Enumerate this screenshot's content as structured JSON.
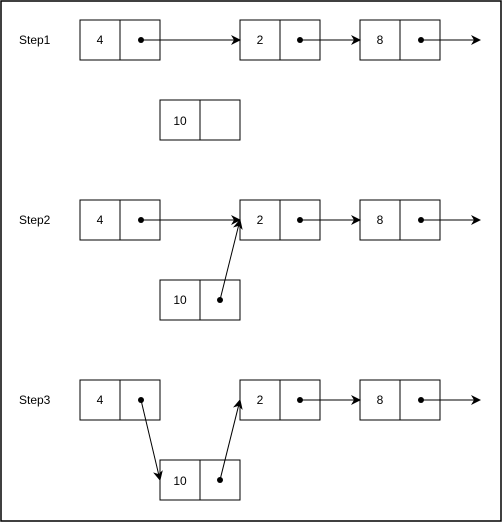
{
  "steps": [
    {
      "label": "Step1",
      "nodes": [
        {
          "value": "4",
          "pointer": true
        },
        {
          "value": "2",
          "pointer": true
        },
        {
          "value": "8",
          "pointer": true
        },
        {
          "value": "10",
          "pointer": false
        }
      ]
    },
    {
      "label": "Step2",
      "nodes": [
        {
          "value": "4",
          "pointer": true
        },
        {
          "value": "2",
          "pointer": true
        },
        {
          "value": "8",
          "pointer": true
        },
        {
          "value": "10",
          "pointer": true
        }
      ]
    },
    {
      "label": "Step3",
      "nodes": [
        {
          "value": "4",
          "pointer": true
        },
        {
          "value": "2",
          "pointer": true
        },
        {
          "value": "8",
          "pointer": true
        },
        {
          "value": "10",
          "pointer": true
        }
      ]
    }
  ]
}
